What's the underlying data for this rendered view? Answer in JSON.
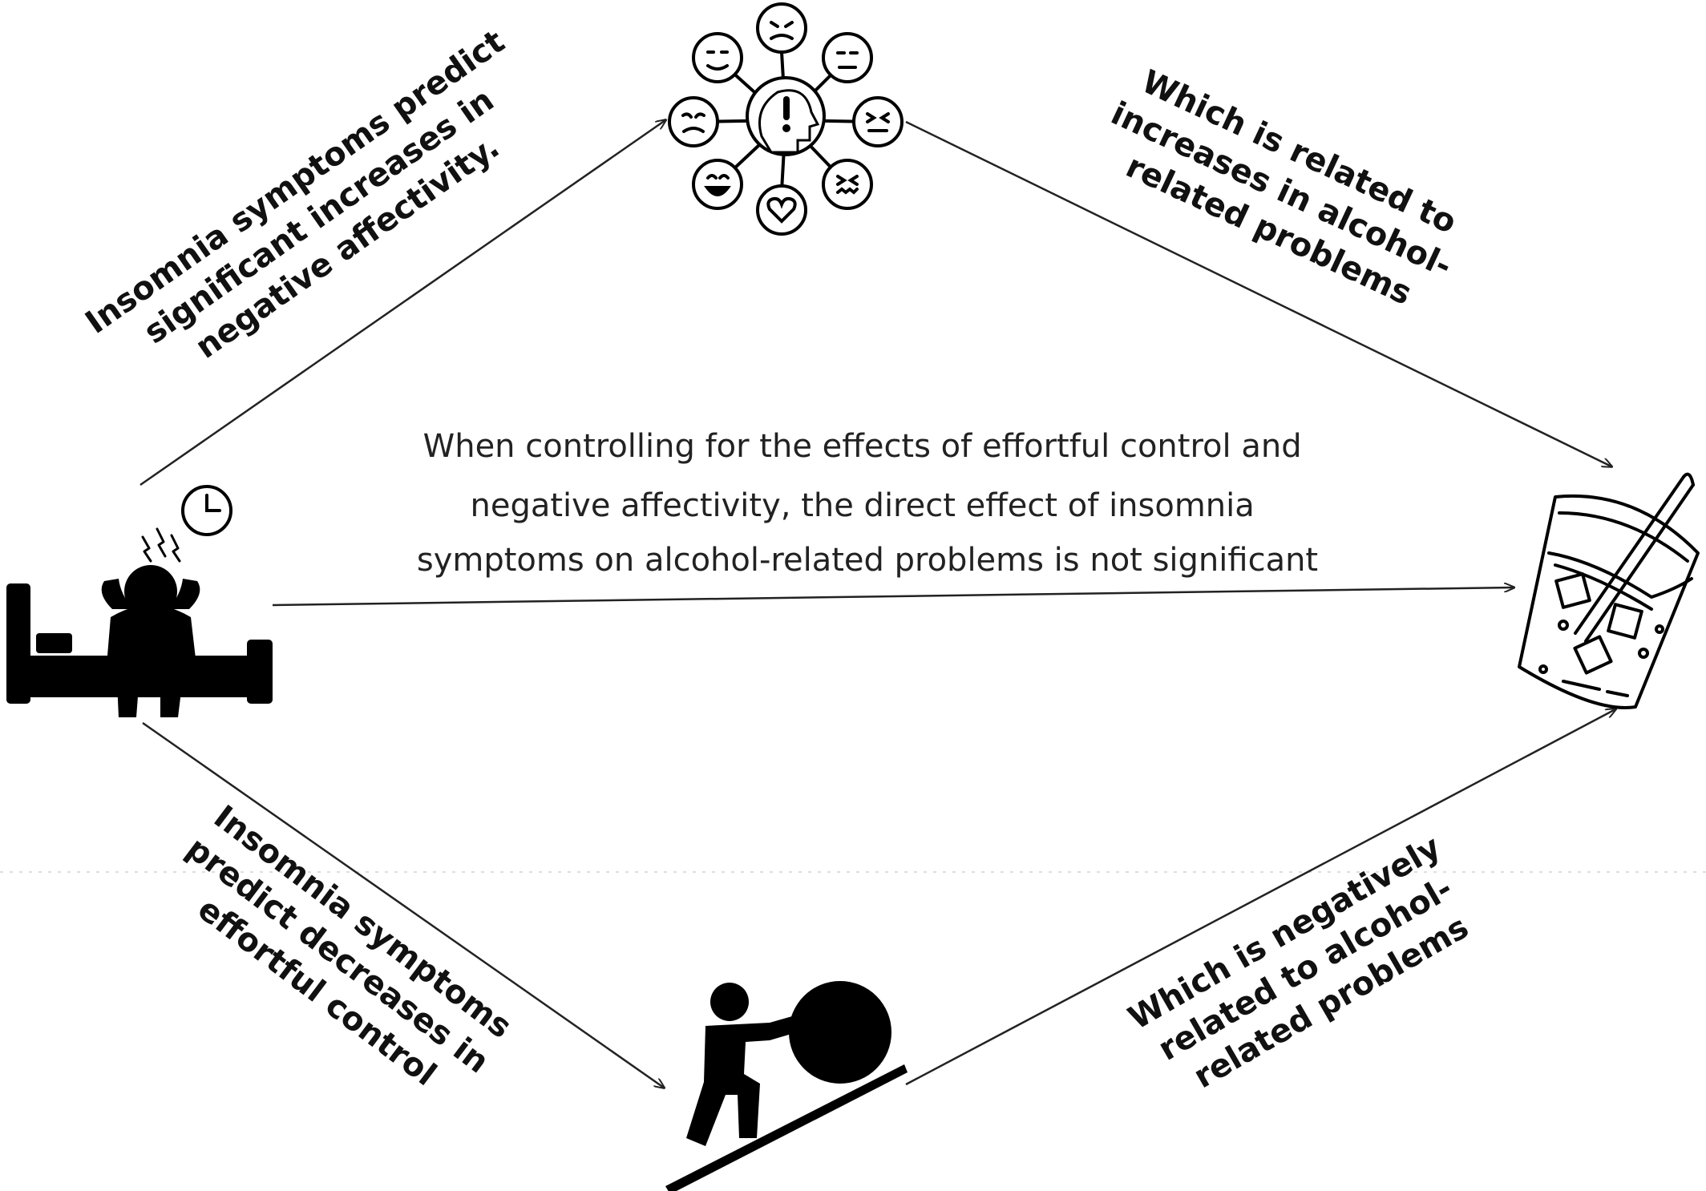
{
  "labels": {
    "top_left": [
      "Insomnia symptoms predict",
      "significant increases in",
      "negative affectivity."
    ],
    "top_right": [
      "Which is related to",
      "increases in alcohol-",
      "related problems"
    ],
    "center": [
      "When controlling for the effects of effortful control and",
      "negative affectivity, the direct effect of insomnia",
      "symptoms on alcohol-related problems is not significant"
    ],
    "bottom_left": [
      "Insomnia symptoms",
      "predict decreases in",
      "effortful control"
    ],
    "bottom_right": [
      "Which is negatively",
      "related to alcohol-",
      "related problems"
    ]
  },
  "icons": {
    "insomnia": "insomnia-person-on-bed-icon",
    "emotions": "emotions-head-icon",
    "alcohol": "alcohol-glass-icon",
    "effort": "push-boulder-uphill-icon"
  },
  "colors": {
    "line": "#222222",
    "icon": "#000000",
    "background": "#ffffff"
  }
}
